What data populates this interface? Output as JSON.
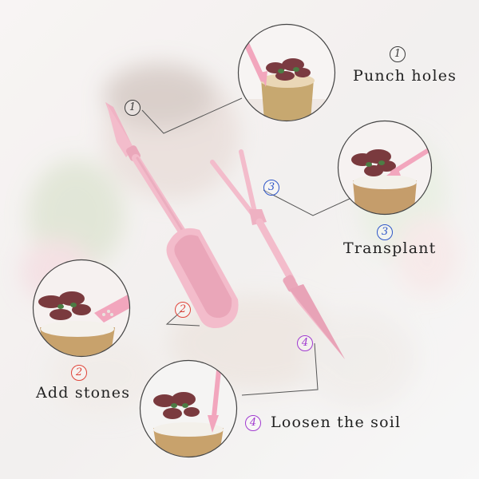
{
  "steps": [
    {
      "number": "1",
      "text": "Punch holes",
      "color": "#3a3a3a",
      "tool": "pointed-dibber"
    },
    {
      "number": "2",
      "text": "Add stones",
      "color": "#e0443a",
      "tool": "scoop-shovel"
    },
    {
      "number": "3",
      "text": "Transplant",
      "color": "#2f56c8",
      "tool": "fork"
    },
    {
      "number": "4",
      "text": "Loosen the soil",
      "color": "#a13bd0",
      "tool": "serrated-spade"
    }
  ],
  "colors": {
    "tool_pink": "#f3b9c8",
    "tool_shadow": "#e39fb2",
    "pot": "#c9a06a",
    "plant": "#7a3a3e"
  }
}
